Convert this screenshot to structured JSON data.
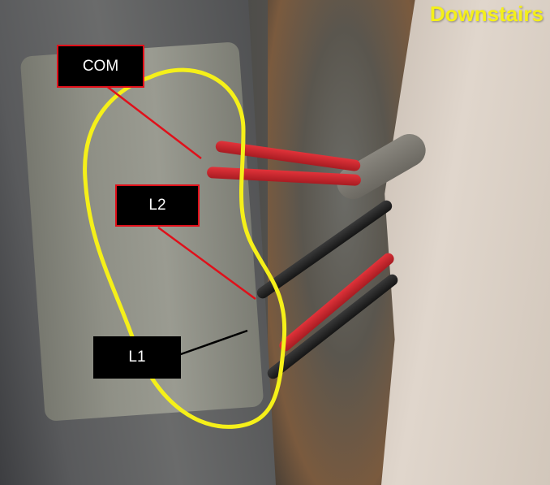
{
  "title": "Downstairs",
  "labels": {
    "com": "COM",
    "l2": "L2",
    "l1": "L1"
  },
  "colors": {
    "title": "#f5f019",
    "outline": "#f5f019",
    "leader_red": "#e0101a",
    "leader_black": "#000000",
    "label_bg": "#000000",
    "label_text": "#ffffff"
  }
}
